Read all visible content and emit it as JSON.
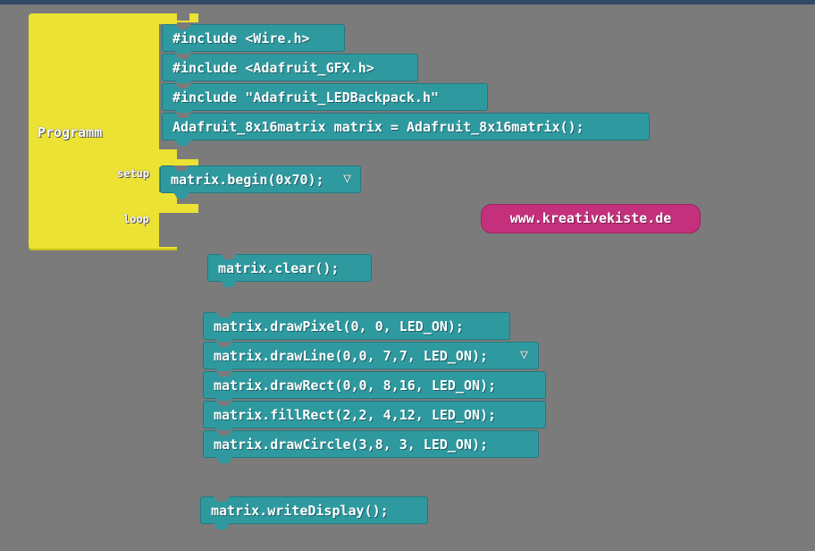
{
  "program": {
    "label": "Programm",
    "setup_label": "setup",
    "loop_label": "loop"
  },
  "header_blocks": [
    "#include <Wire.h>",
    "#include <Adafruit_GFX.h>",
    "#include \"Adafruit_LEDBackpack.h\"",
    "Adafruit_8x16matrix matrix = Adafruit_8x16matrix();"
  ],
  "setup_block": "matrix.begin(0x70);",
  "dropdown_glyph": "▽",
  "website_label": "www.kreativekiste.de",
  "clear_block": "matrix.clear();",
  "draw_blocks": [
    "matrix.drawPixel(0, 0, LED_ON);",
    "matrix.drawLine(0,0, 7,7, LED_ON);",
    "matrix.drawRect(0,0, 8,16, LED_ON);",
    "matrix.fillRect(2,2, 4,12, LED_ON);",
    "matrix.drawCircle(3,8, 3, LED_ON);"
  ],
  "write_block": "matrix.writeDisplay();",
  "colors": {
    "workspace": "#7b7b7b",
    "program_block": "#ece233",
    "code_block": "#2e9aa0",
    "link_block": "#c4307c"
  }
}
